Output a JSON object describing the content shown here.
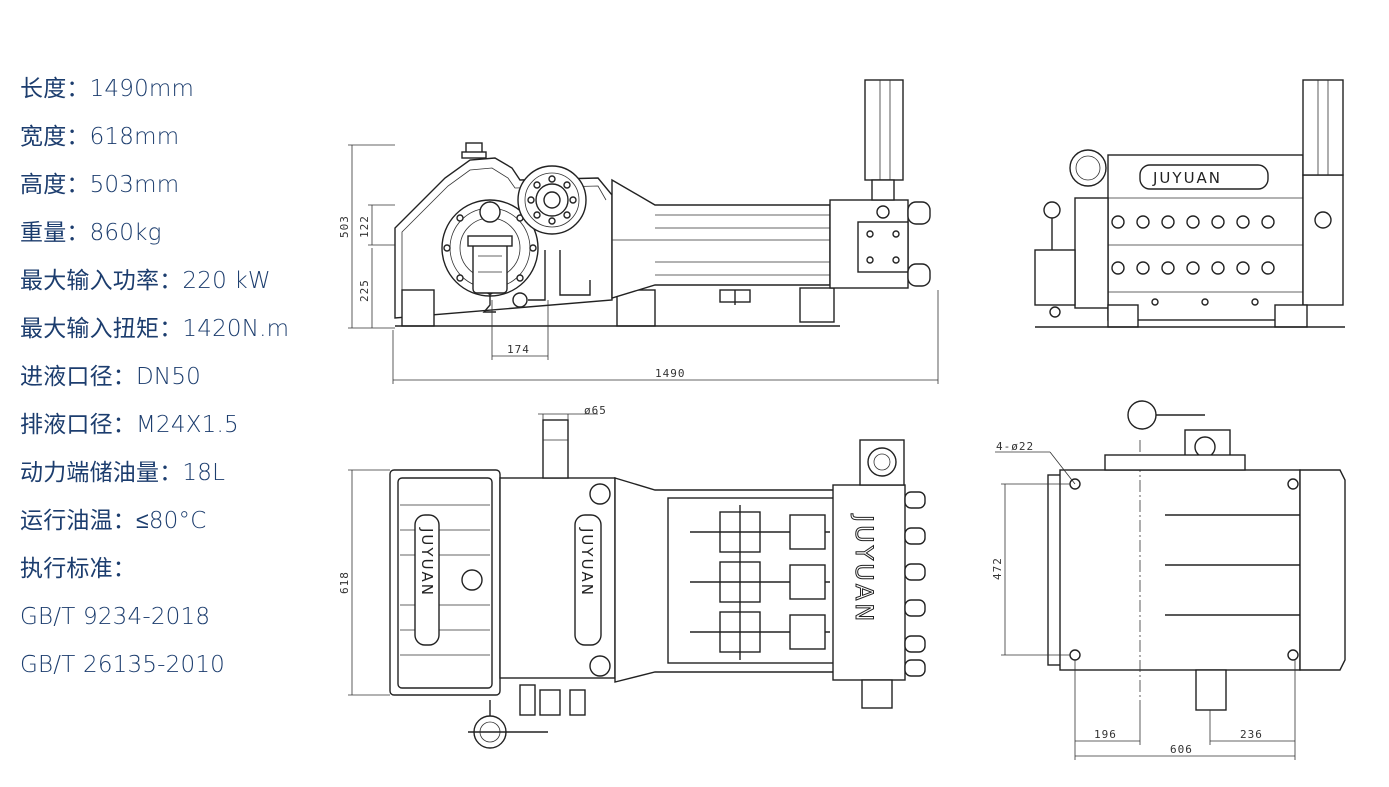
{
  "specs": [
    "长度：1490mm",
    "宽度：618mm",
    "高度：503mm",
    "重量：860kg",
    "最大输入功率：220 kW",
    "最大输入扭矩：1420N.m",
    "进液口径：DN50",
    "排液口径：M24X1.5",
    "动力端储油量：18L",
    "运行油温：≤80°C",
    "执行标准：",
    "GB/T 9234-2018",
    "GB/T 26135-2010"
  ],
  "dimensions": {
    "front_height_total": "503",
    "front_height_upper": "122",
    "front_height_lower": "225",
    "front_offset": "174",
    "front_length": "1490",
    "shaft_diameter": "ø65",
    "top_width": "618",
    "holes": "4-ø22",
    "base_width": "472",
    "base_left": "196",
    "base_total": "606",
    "base_right": "236"
  },
  "brand": "JUYUAN"
}
